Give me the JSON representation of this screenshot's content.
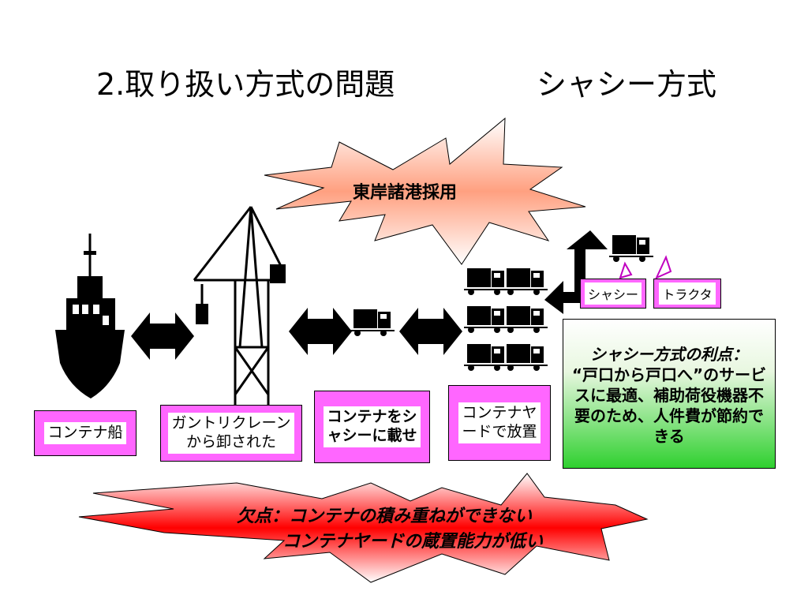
{
  "title": {
    "main": "2.取り扱い方式の問題",
    "method": "シャシー方式"
  },
  "burst_top": {
    "text": "東岸諸港採用"
  },
  "stages": [
    {
      "label": "コンテナ船"
    },
    {
      "label": "ガントリクレーン\nから卸された"
    },
    {
      "label": "コンテナをシ\nャシーに載せ"
    },
    {
      "label": "コンテナヤ\nードで放置"
    }
  ],
  "callouts": {
    "chassis": "シャシー",
    "tractor": "トラクタ"
  },
  "advantage": {
    "title": "シャシー方式の利点：",
    "body": "“戸口から戸口へ”のサービスに最適、補助荷役機器不要のため、人件費が節約できる"
  },
  "defect": {
    "line1": "欠点：コンテナの積み重ねができない",
    "line2": "コンテナヤードの蔵置能力が低い"
  },
  "colors": {
    "pink": "#ff66ff",
    "green": "#2fd02f",
    "burst_top": "#ffa080",
    "burst_bottom": "#ff0000"
  },
  "icons": [
    "container-ship-icon",
    "gantry-crane-icon",
    "chassis-truck-icon",
    "double-arrow-icon",
    "tractor-trailer-icon"
  ]
}
